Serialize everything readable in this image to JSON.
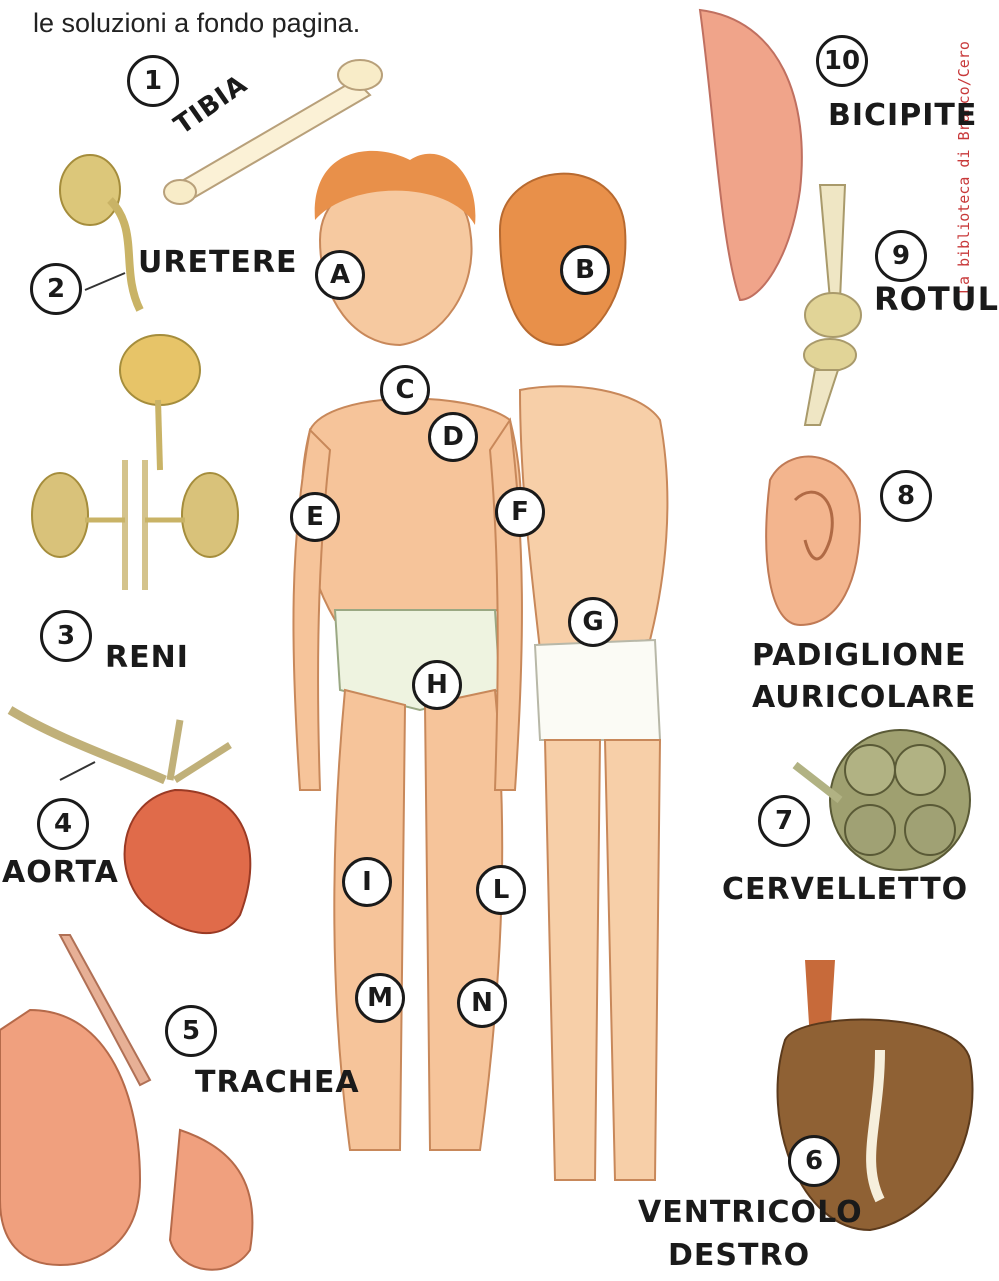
{
  "intro_text": "le soluzioni a fondo pagina.",
  "credit": "La biblioteca di Branco/Cero",
  "numbered_labels": [
    {
      "num": "1",
      "name": "TIBIA"
    },
    {
      "num": "2",
      "name": "URETERE"
    },
    {
      "num": "3",
      "name": "RENI"
    },
    {
      "num": "4",
      "name": "AORTA"
    },
    {
      "num": "5",
      "name": "TRACHEA"
    },
    {
      "num": "6",
      "name": "VENTRICOLO DESTRO"
    },
    {
      "num": "7",
      "name": "CERVELLETTO"
    },
    {
      "num": "8",
      "name": "PADIGLIONE AURICOLARE"
    },
    {
      "num": "9",
      "name": "ROTULA"
    },
    {
      "num": "10",
      "name": "BICIPITE"
    }
  ],
  "letters": [
    "A",
    "B",
    "C",
    "D",
    "E",
    "F",
    "G",
    "H",
    "I",
    "L",
    "M",
    "N"
  ],
  "label_lines": {
    "padiglione_1": "PADIGLIONE",
    "padiglione_2": "AURICOLARE",
    "ventricolo_1": "VENTRICOLO",
    "ventricolo_2": "DESTRO"
  }
}
